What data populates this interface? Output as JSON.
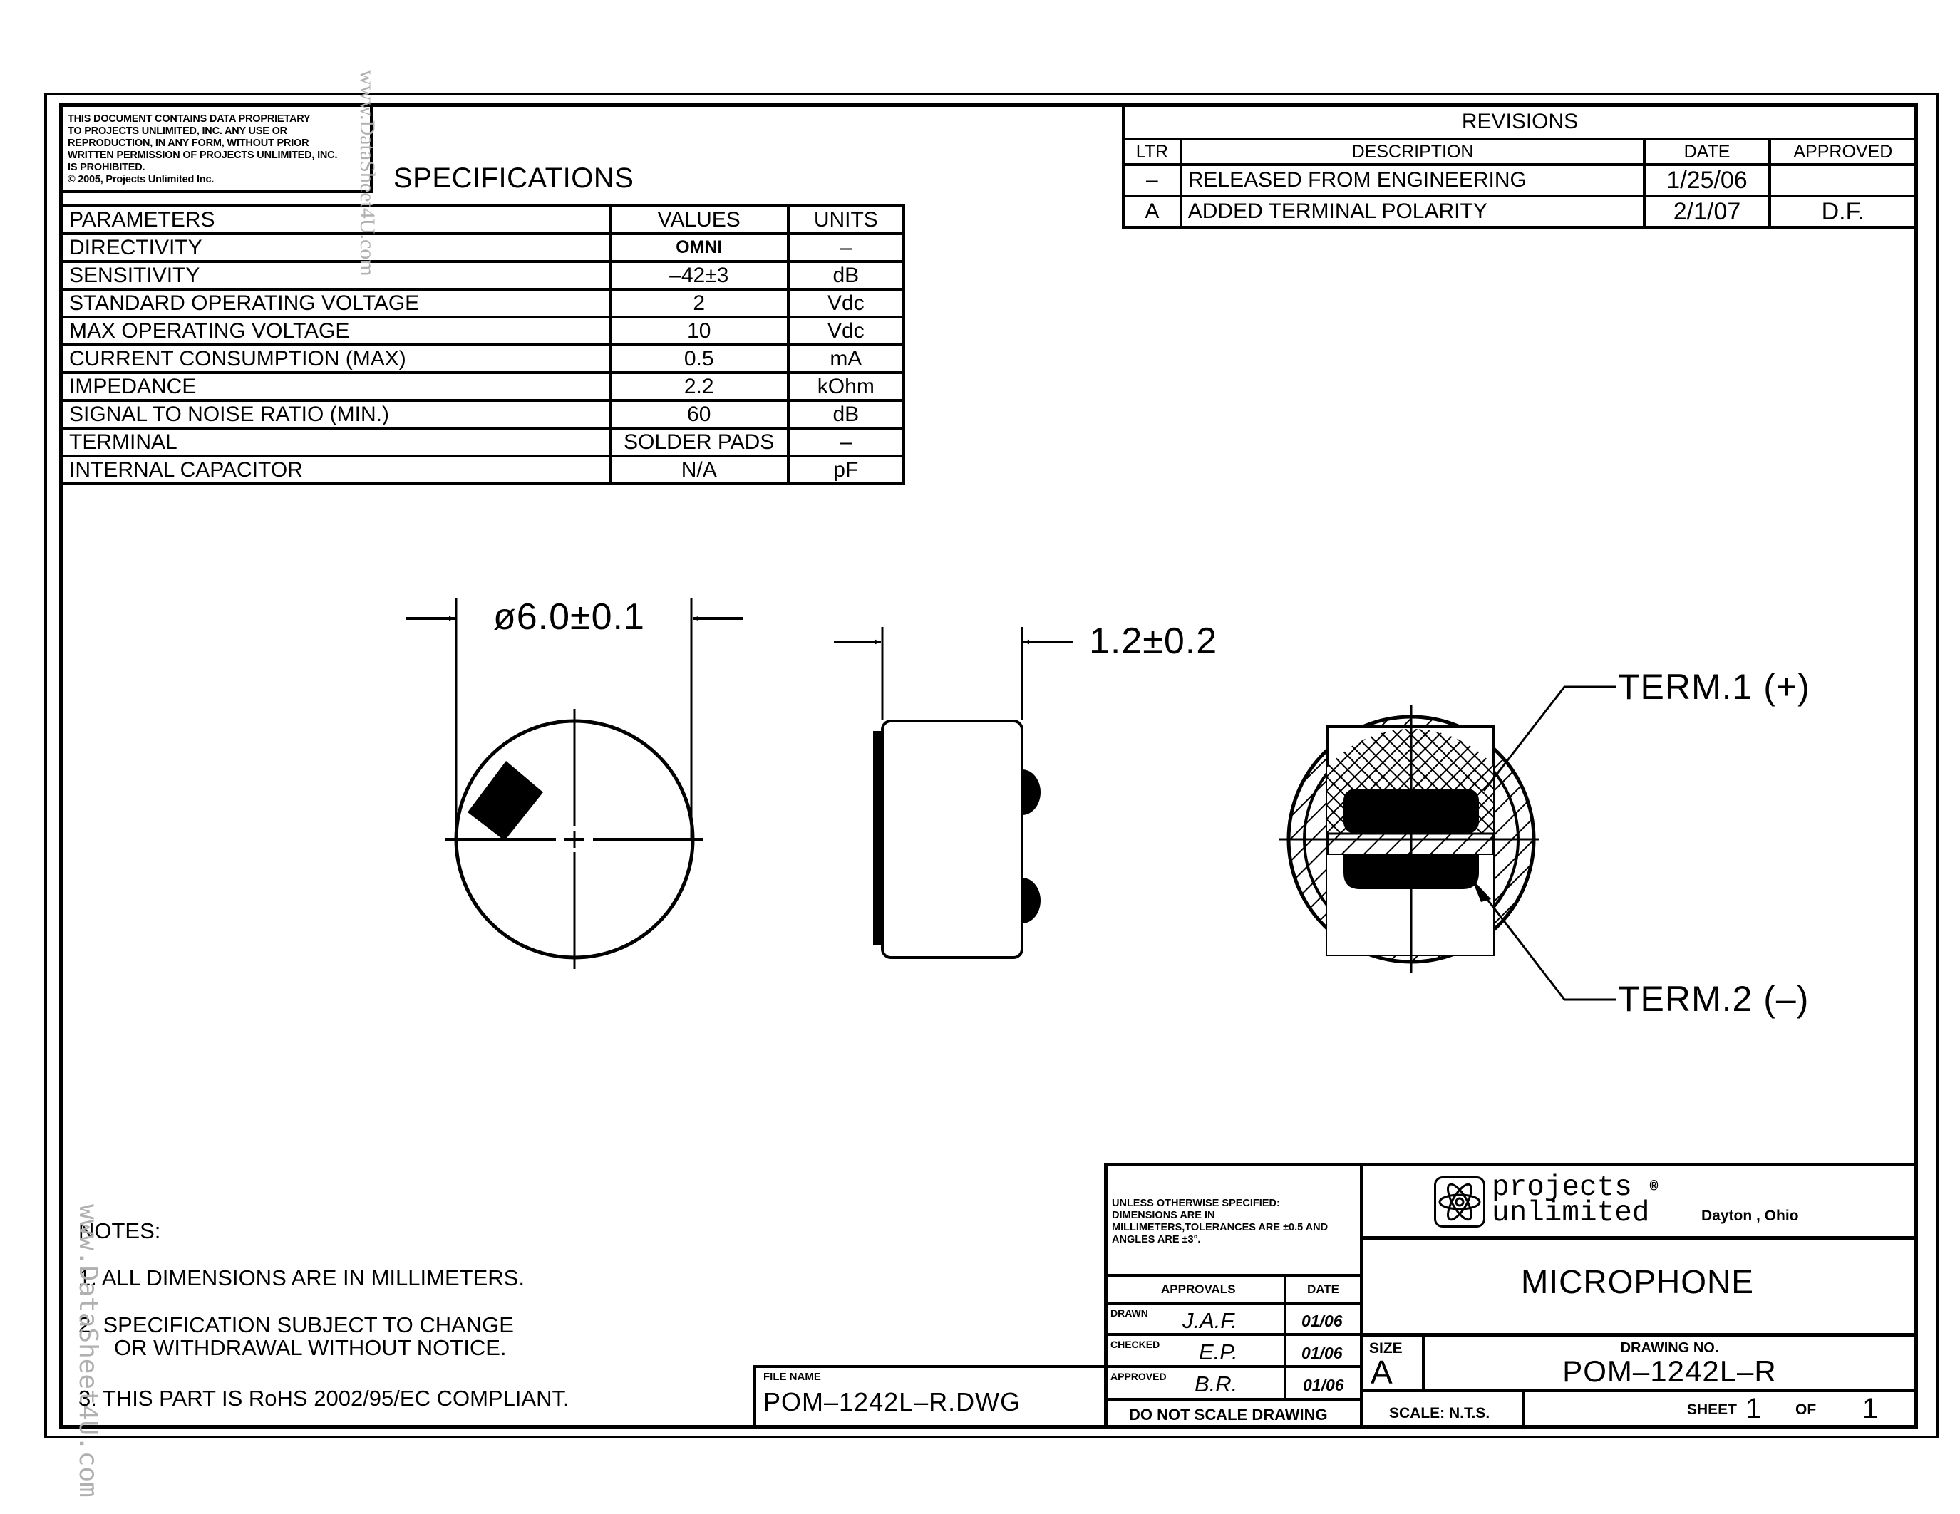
{
  "proprietary_notice": {
    "lines": [
      "THIS DOCUMENT CONTAINS DATA PROPRIETARY",
      "TO PROJECTS UNLIMITED, INC. ANY USE OR",
      "REPRODUCTION, IN ANY FORM, WITHOUT PRIOR",
      "WRITTEN PERMISSION OF PROJECTS UNLIMITED, INC.",
      "IS PROHIBITED.",
      "© 2005, Projects Unlimited Inc."
    ]
  },
  "specifications": {
    "title": "SPECIFICATIONS",
    "headers": {
      "parameter": "PARAMETERS",
      "value": "VALUES",
      "unit": "UNITS"
    },
    "rows": [
      {
        "parameter": "DIRECTIVITY",
        "value": "OMNI",
        "unit": "–"
      },
      {
        "parameter": "SENSITIVITY",
        "value": "–42±3",
        "unit": "dB"
      },
      {
        "parameter": "STANDARD OPERATING VOLTAGE",
        "value": "2",
        "unit": "Vdc"
      },
      {
        "parameter": "MAX OPERATING VOLTAGE",
        "value": "10",
        "unit": "Vdc"
      },
      {
        "parameter": "CURRENT CONSUMPTION (MAX)",
        "value": "0.5",
        "unit": "mA"
      },
      {
        "parameter": "IMPEDANCE",
        "value": "2.2",
        "unit": "kOhm"
      },
      {
        "parameter": "SIGNAL TO NOISE RATIO (MIN.)",
        "value": "60",
        "unit": "dB"
      },
      {
        "parameter": "TERMINAL",
        "value": "SOLDER PADS",
        "unit": "–"
      },
      {
        "parameter": "INTERNAL CAPACITOR",
        "value": "N/A",
        "unit": "pF"
      }
    ]
  },
  "revisions": {
    "title": "REVISIONS",
    "headers": {
      "ltr": "LTR",
      "description": "DESCRIPTION",
      "date": "DATE",
      "approved": "APPROVED"
    },
    "rows": [
      {
        "ltr": "–",
        "description": "RELEASED FROM ENGINEERING",
        "date": "1/25/06",
        "approved": ""
      },
      {
        "ltr": "A",
        "description": "ADDED TERMINAL POLARITY",
        "date": "2/1/07",
        "approved": "D.F."
      }
    ]
  },
  "drawing": {
    "diameter_dim": "ø6.0±0.1",
    "thickness_dim": "1.2±0.2",
    "term1_label": "TERM.1  (+)",
    "term2_label": "TERM.2  (–)"
  },
  "notes": {
    "title": "NOTES:",
    "items": [
      {
        "num": "1.",
        "lines": [
          "ALL DIMENSIONS ARE IN MILLIMETERS."
        ]
      },
      {
        "num": "2.",
        "lines": [
          "SPECIFICATION SUBJECT TO CHANGE",
          "OR WITHDRAWAL WITHOUT NOTICE."
        ]
      },
      {
        "num": "3.",
        "lines": [
          "THIS PART IS RoHS 2002/95/EC COMPLIANT."
        ]
      }
    ]
  },
  "file_name": {
    "label": "FILE NAME",
    "value": "POM–1242L–R.DWG"
  },
  "title_block": {
    "tolerance_lines": [
      "UNLESS OTHERWISE SPECIFIED:",
      "DIMENSIONS ARE IN",
      "MILLIMETERS,TOLERANCES ARE ±0.5 AND",
      "ANGLES ARE ±3°."
    ],
    "approvals_header": "APPROVALS",
    "date_header": "DATE",
    "approvals": [
      {
        "role": "DRAWN",
        "initials": "J.A.F.",
        "date": "01/06"
      },
      {
        "role": "CHECKED",
        "initials": "E.P.",
        "date": "01/06"
      },
      {
        "role": "APPROVED",
        "initials": "B.R.",
        "date": "01/06"
      }
    ],
    "do_not_scale": "DO NOT SCALE DRAWING",
    "company": {
      "line1": "projects",
      "line2": "unlimited",
      "registered": "®",
      "location": "Dayton , Ohio"
    },
    "part_title": "MICROPHONE",
    "size_label": "SIZE",
    "size_value": "A",
    "drawing_no_label": "DRAWING NO.",
    "drawing_no": "POM–1242L–R",
    "scale": "SCALE: N.T.S.",
    "sheet_label": "SHEET",
    "sheet_num": "1",
    "of_label": "OF",
    "sheet_total": "1"
  },
  "watermark": {
    "text": "www.DataSheet4U.com",
    "color": "#b0b0b0"
  }
}
